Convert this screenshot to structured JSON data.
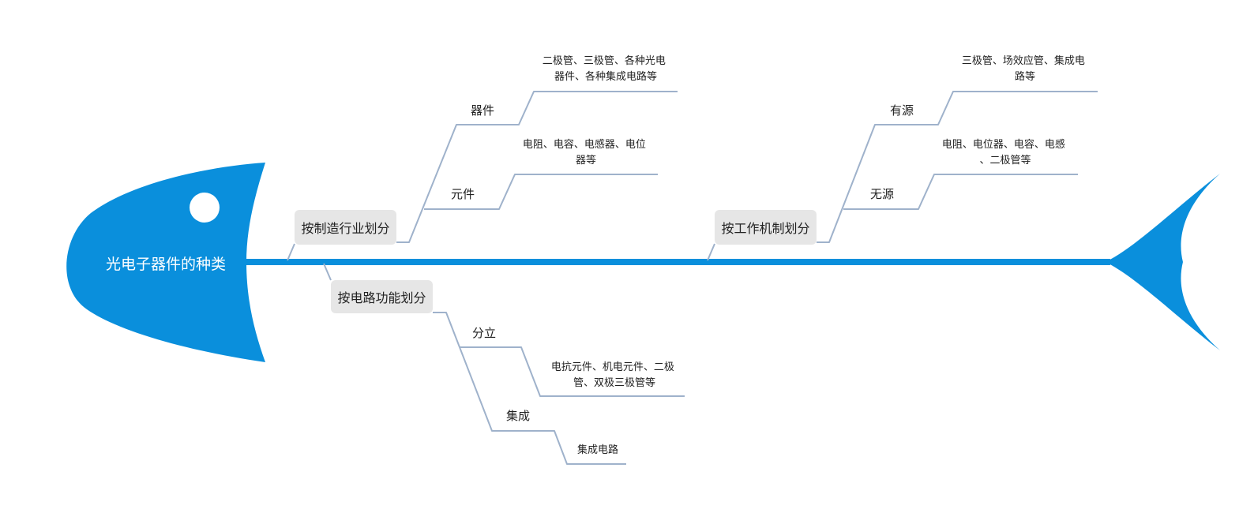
{
  "colors": {
    "fish": "#0a8fdc",
    "branch": "#9fb2cb",
    "topic_fill": "#e6e6e6",
    "text": "#222222",
    "head_text": "#ffffff"
  },
  "fish": {
    "head_label": "光电子器件的种类"
  },
  "topics": {
    "manufacturing": {
      "label": "按制造行业划分",
      "subs": {
        "device": {
          "label": "器件",
          "leaf_lines": [
            "二极管、三极管、各种光电",
            "器件、各种集成电路等"
          ]
        },
        "component": {
          "label": "元件",
          "leaf_lines": [
            "电阻、电容、电感器、电位",
            "器等"
          ]
        }
      }
    },
    "mechanism": {
      "label": "按工作机制划分",
      "subs": {
        "active": {
          "label": "有源",
          "leaf_lines": [
            "三极管、场效应管、集成电",
            "路等"
          ]
        },
        "passive": {
          "label": "无源",
          "leaf_lines": [
            "电阻、电位器、电容、电感",
            "、二极管等"
          ]
        }
      }
    },
    "circuit": {
      "label": "按电路功能划分",
      "subs": {
        "discrete": {
          "label": "分立",
          "leaf_lines": [
            "电抗元件、机电元件、二极",
            "管、双极三极管等"
          ]
        },
        "integrated": {
          "label": "集成",
          "leaf_lines": [
            "集成电路"
          ]
        }
      }
    }
  }
}
